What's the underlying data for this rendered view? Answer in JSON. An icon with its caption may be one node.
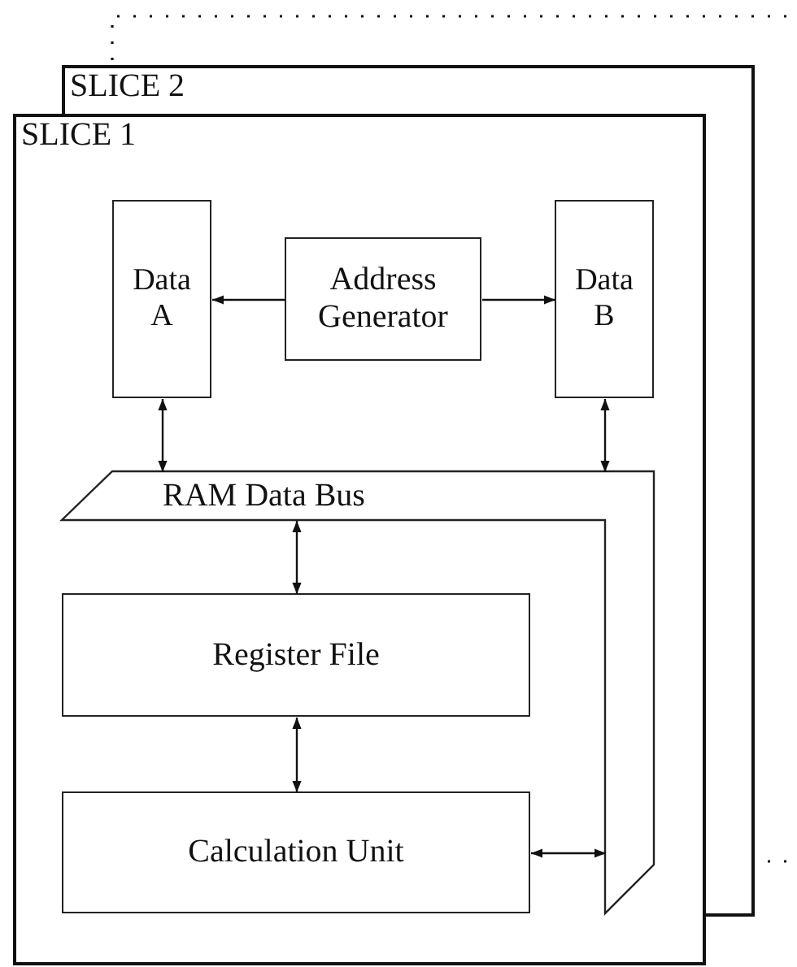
{
  "diagram": {
    "nodes": [
      {
        "text": [
          "SLICE 2"
        ]
      },
      {
        "text": [
          "SLICE 1"
        ]
      },
      {
        "text": [
          "Data A"
        ],
        "in": 1
      },
      {
        "text": [
          "Address Generator"
        ],
        "in": 1
      },
      {
        "text": [
          "Data B"
        ],
        "in": 1
      },
      {
        "text": [
          "RAM Data Bus"
        ],
        "in": 1
      },
      {
        "text": [
          "Register File"
        ],
        "in": 1
      },
      {
        "text": [
          "Calculation Unit"
        ],
        "in": 1
      }
    ],
    "edges": [
      {
        "from": 3,
        "to": 2,
        "arrow": "to"
      },
      {
        "from": 3,
        "to": 4,
        "arrow": "to"
      },
      {
        "from": 2,
        "to": 5,
        "arrow": "both"
      },
      {
        "from": 4,
        "to": 5,
        "arrow": "both"
      },
      {
        "from": 5,
        "to": 6,
        "arrow": "both"
      },
      {
        "from": 6,
        "to": 7,
        "arrow": "both"
      },
      {
        "from": 7,
        "to": 5,
        "arrow": "both"
      }
    ]
  }
}
